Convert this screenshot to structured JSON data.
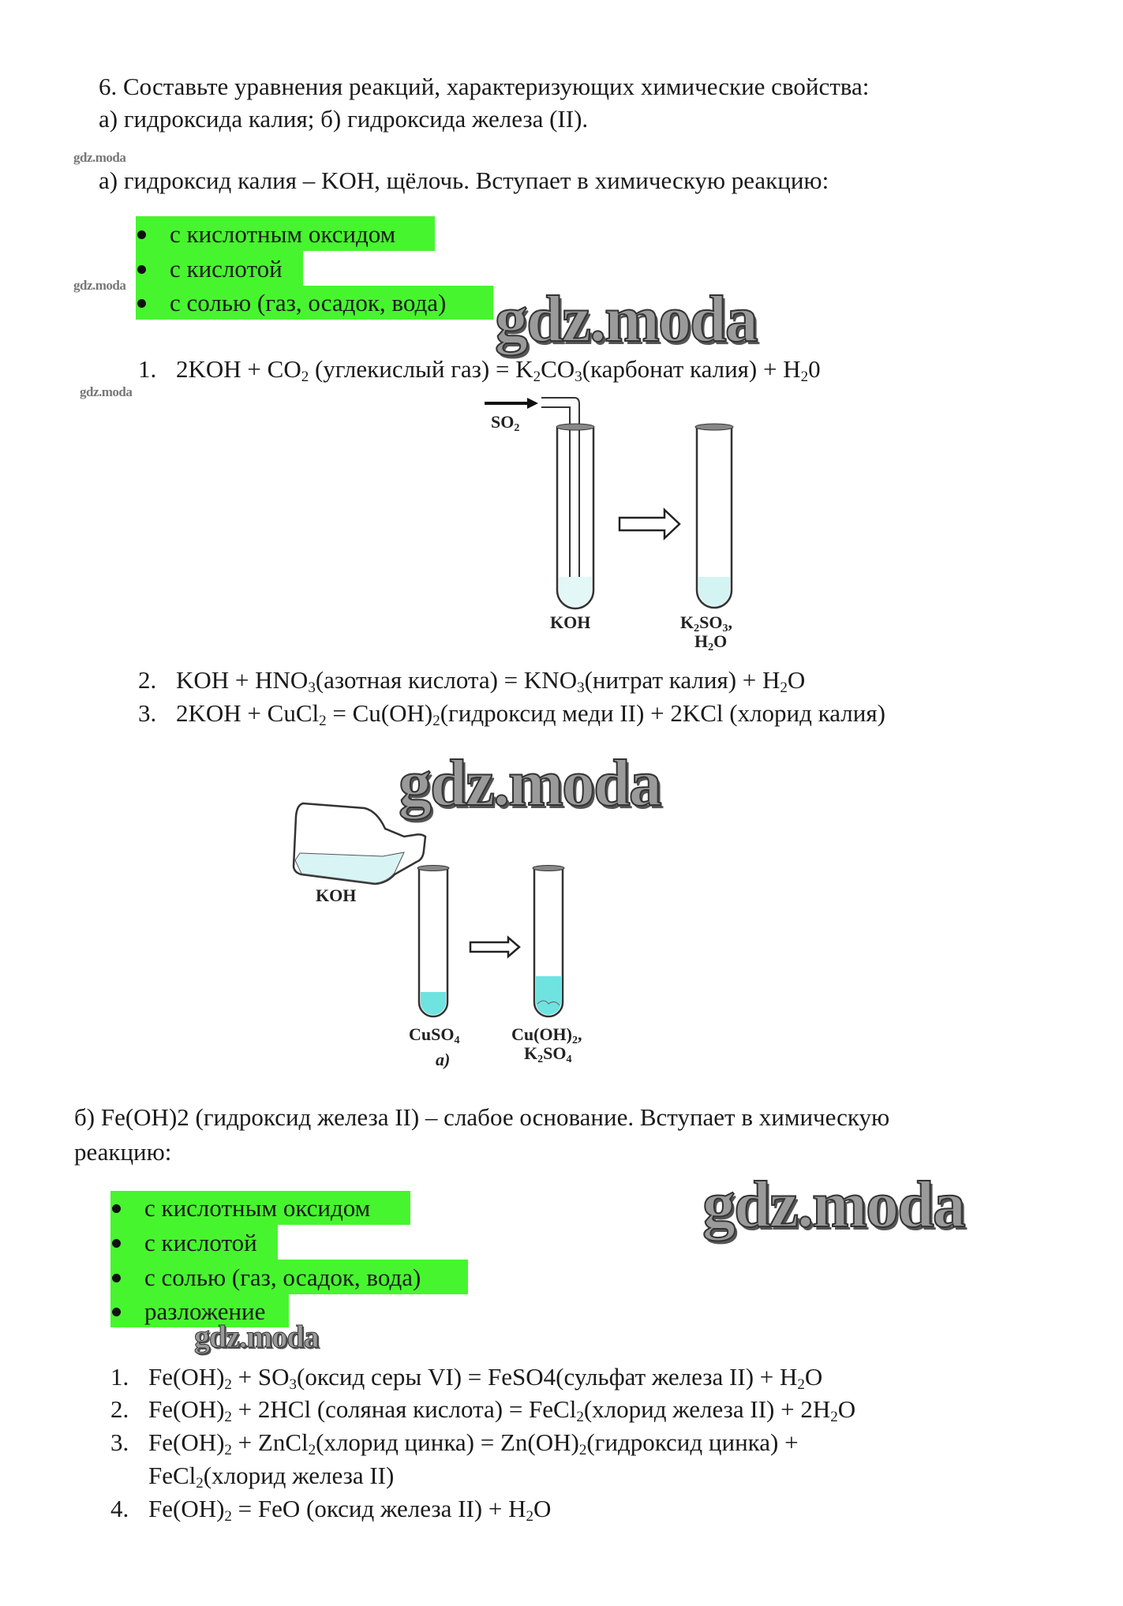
{
  "task": {
    "line1": "6. Составьте уравнения реакций, характеризующих химические свойства:",
    "line2": "а) гидроксида калия; б) гидроксида железа (II)."
  },
  "watermark": "gdz.moda",
  "part_a": {
    "intro": "а) гидроксид калия – KOH, щёлочь. Вступает в химическую реакцию:",
    "bullets": [
      "с кислотным оксидом",
      "с кислотой",
      "с солью (газ, осадок, вода)"
    ],
    "equations": [
      {
        "num": "1.",
        "parts": [
          [
            "2KOH + CO",
            ""
          ],
          [
            "2",
            "sub"
          ],
          [
            " (углекислый газ) = K",
            ""
          ],
          [
            "2",
            "sub"
          ],
          [
            "CO",
            ""
          ],
          [
            "3",
            "sub"
          ],
          [
            "(карбонат калия) + H",
            ""
          ],
          [
            "2",
            "sub"
          ],
          [
            "0",
            ""
          ]
        ]
      },
      {
        "num": "2.",
        "parts": [
          [
            "KOH + HNO",
            ""
          ],
          [
            "3",
            "sub"
          ],
          [
            "(азотная кислота) = KNO",
            ""
          ],
          [
            "3",
            "sub"
          ],
          [
            "(нитрат калия) + H",
            ""
          ],
          [
            "2",
            "sub"
          ],
          [
            "O",
            ""
          ]
        ]
      },
      {
        "num": "3.",
        "parts": [
          [
            "2KOH + CuCl",
            ""
          ],
          [
            "2",
            "sub"
          ],
          [
            " = Cu(OH)",
            ""
          ],
          [
            "2",
            "sub"
          ],
          [
            "(гидроксид меди II) + 2KCl (хлорид калия)",
            ""
          ]
        ]
      }
    ],
    "figure1": {
      "gas": "SO",
      "gas_sub": "2",
      "left_label": "KOH",
      "right_label_1": "K",
      "right_label_1_sub": "2",
      "right_label_1b": "SO",
      "right_label_1b_sub": "3",
      "right_label_1c": ",",
      "right_label_2": "H",
      "right_label_2_sub": "2",
      "right_label_2b": "O"
    },
    "figure2": {
      "bottle_label": "KOH",
      "left_label": "CuSO",
      "left_label_sub": "4",
      "caption": "а)",
      "right_label_1": "Cu(OH)",
      "right_label_1_sub": "2",
      "right_label_1b": ",",
      "right_label_2": "K",
      "right_label_2_sub": "2",
      "right_label_2b": "SO",
      "right_label_2b_sub": "4"
    }
  },
  "part_b": {
    "intro1": "б) Fe(OH)2 (гидроксид железа II) – слабое основание. Вступает в химическую",
    "intro2": "реакцию:",
    "bullets": [
      "с кислотным оксидом",
      "с кислотой",
      "с солью (газ, осадок, вода)",
      "разложение"
    ],
    "equations": [
      {
        "num": "1.",
        "parts": [
          [
            "Fe(OH)",
            ""
          ],
          [
            "2",
            "sub"
          ],
          [
            " + SO",
            ""
          ],
          [
            "3",
            "sub"
          ],
          [
            "(оксид серы VI) = FeSO4(сульфат железа II) + H",
            ""
          ],
          [
            "2",
            "sub"
          ],
          [
            "O",
            ""
          ]
        ]
      },
      {
        "num": "2.",
        "parts": [
          [
            "Fe(OH)",
            ""
          ],
          [
            "2",
            "sub"
          ],
          [
            " + 2HCl (соляная кислота) = FeCl",
            ""
          ],
          [
            "2",
            "sub"
          ],
          [
            "(хлорид железа II) + 2H",
            ""
          ],
          [
            "2",
            "sub"
          ],
          [
            "O",
            ""
          ]
        ]
      },
      {
        "num": "3.",
        "parts": [
          [
            "Fe(OH)",
            ""
          ],
          [
            "2",
            "sub"
          ],
          [
            " + ZnCl",
            ""
          ],
          [
            "2",
            "sub"
          ],
          [
            "(хлорид цинка) = Zn(OH)",
            ""
          ],
          [
            "2",
            "sub"
          ],
          [
            "(гидроксид цинка) +",
            ""
          ]
        ]
      },
      {
        "num": "",
        "parts": [
          [
            "FeCl",
            ""
          ],
          [
            "2",
            "sub"
          ],
          [
            "(хлорид железа II)",
            ""
          ]
        ]
      },
      {
        "num": "4.",
        "parts": [
          [
            "Fe(OH)",
            ""
          ],
          [
            "2",
            "sub"
          ],
          [
            " = FeO (оксид железа II) + H",
            ""
          ],
          [
            "2",
            "sub"
          ],
          [
            "O",
            ""
          ]
        ]
      }
    ]
  },
  "colors": {
    "highlight": "#47f52f",
    "liquid": "#6fe3e0",
    "liquid_light": "#cdf3f3"
  }
}
